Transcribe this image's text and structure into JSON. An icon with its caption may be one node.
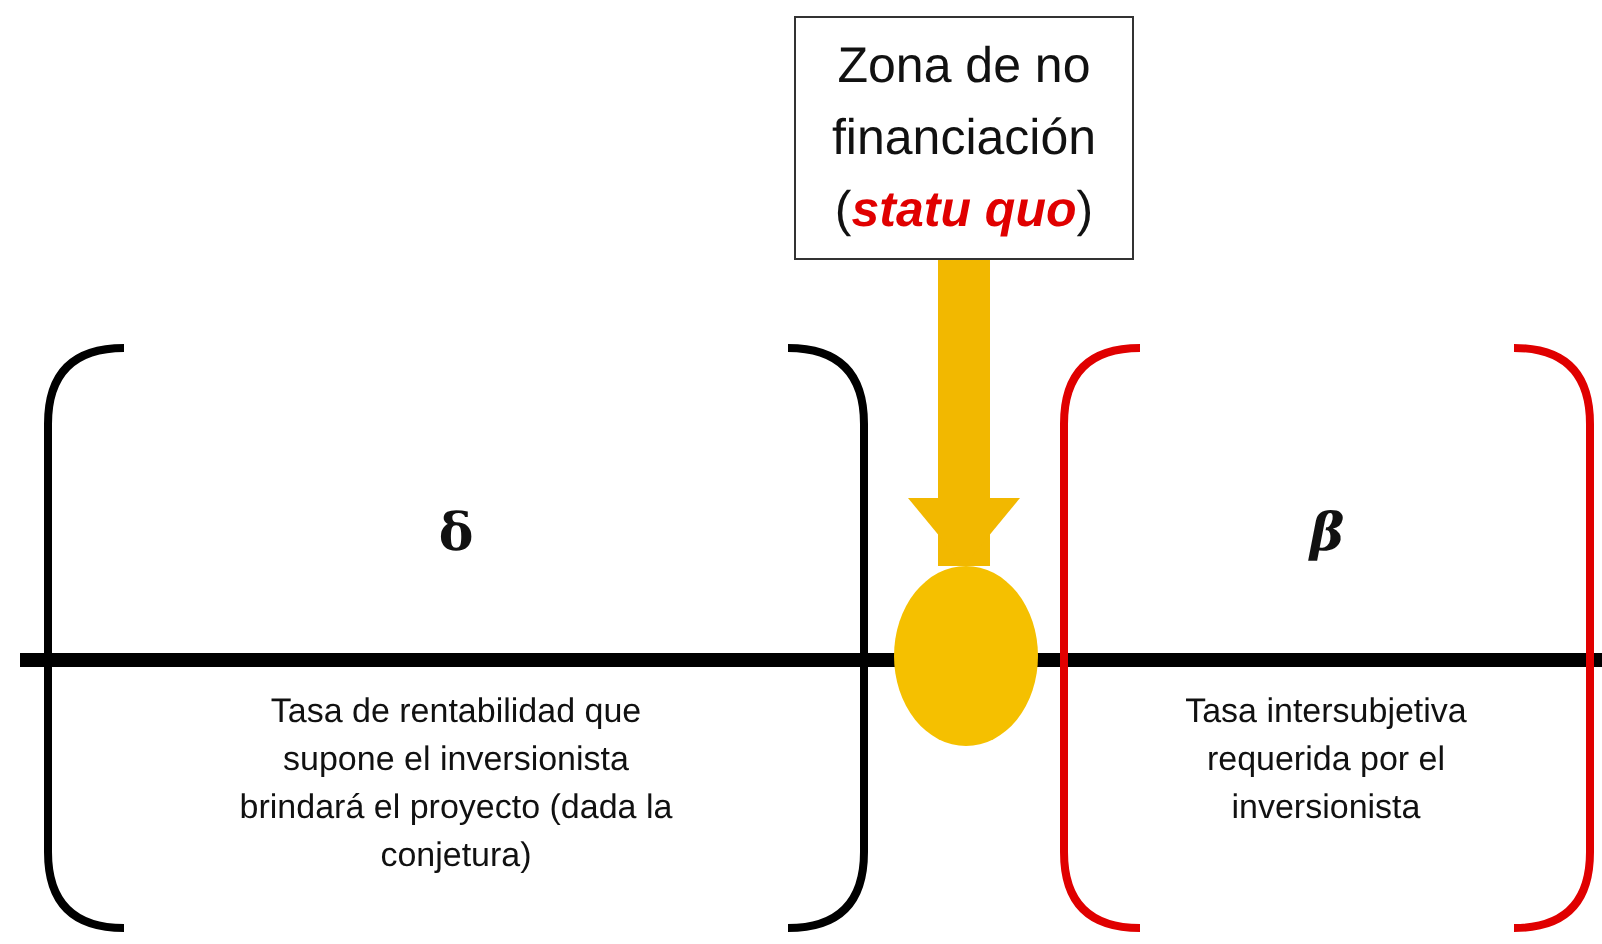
{
  "diagram": {
    "nodes": [
      {
        "text": [
          "Zona de no financiación (**statu quo**)"
        ]
      },
      {
        "text": [],
        "shape": "circle"
      },
      {
        "text": [
          "δ",
          "Tasa de rentabilidad que supone el inversionista brindará el proyecto (dada la conjetura)"
        ]
      },
      {
        "text": [
          "β",
          "Tasa intersubjetiva requerida por el inversionista"
        ]
      }
    ],
    "edges": [
      {
        "from": 0,
        "to": 1,
        "arrow": "to",
        "color": "#f2b800"
      }
    ]
  }
}
